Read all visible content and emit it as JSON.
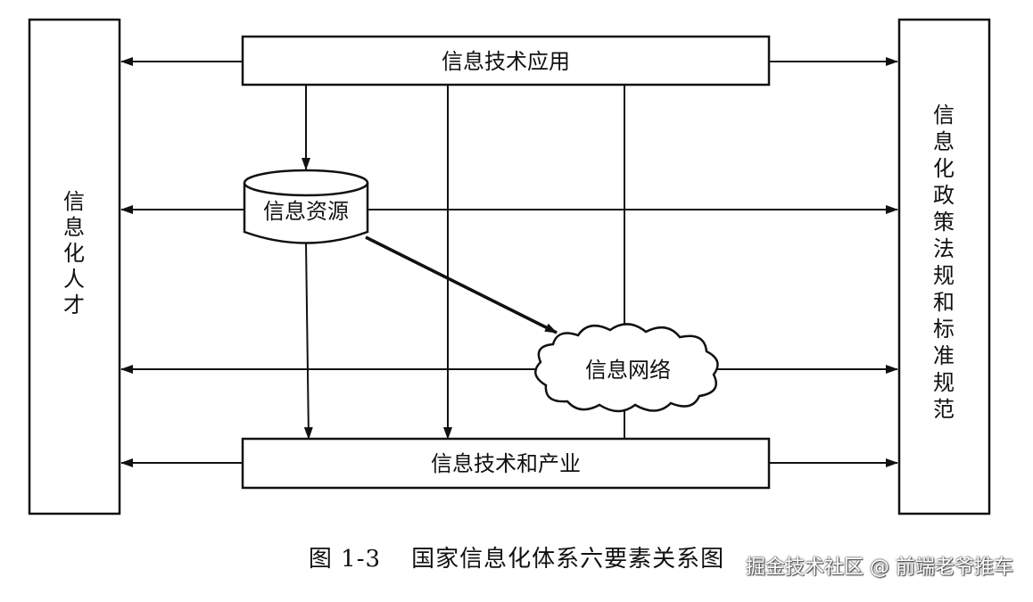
{
  "diagram": {
    "nodes": {
      "app": "信息技术应用",
      "resource": "信息资源",
      "network": "信息网络",
      "industry": "信息技术和产业",
      "talent": "信息化人才",
      "policy": "信息化政策法规和标准规范"
    }
  },
  "caption": {
    "number": "图 1-3",
    "title": "国家信息化体系六要素关系图"
  },
  "watermark": "掘金技术社区 @ 前端老爷推车"
}
